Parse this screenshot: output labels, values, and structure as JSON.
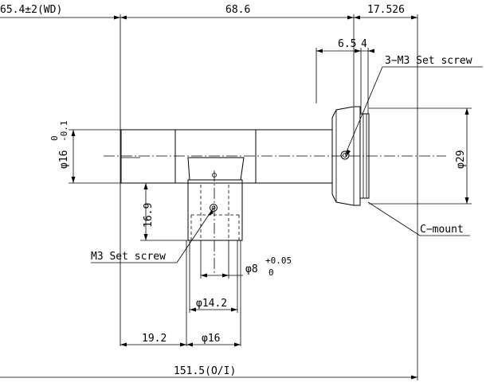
{
  "dimensions": {
    "wd": "65.4±2(WD)",
    "length_body": "68.6",
    "length_cmount": "17.526",
    "ring_a": "6.5",
    "ring_b": "4",
    "dia_rear": "φ16",
    "dia_rear_tol_upper": "0",
    "dia_rear_tol_lower": "-0.1",
    "dia_front": "φ29",
    "port_height": "16.9",
    "port_bore": "φ8",
    "port_bore_tol_upper": "+0.05",
    "port_bore_tol_lower": "0",
    "port_inner": "φ14.2",
    "port_offset": "19.2",
    "port_outer": "φ16",
    "overall": "151.5(O/I)"
  },
  "callouts": {
    "screw_front": "3−M3 Set screw",
    "screw_port": "M3 Set screw",
    "mount": "C−mount"
  }
}
